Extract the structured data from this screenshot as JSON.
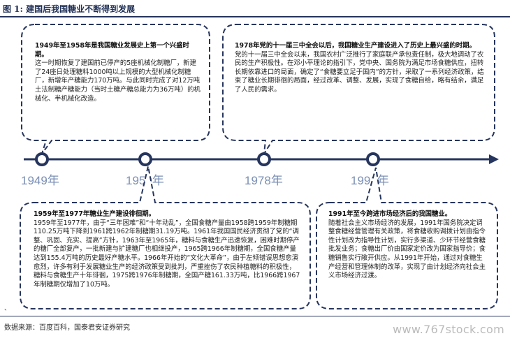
{
  "figure_title": "图 1:  建国后我国糖业不断得到发展",
  "timeline": {
    "years": [
      "1949年",
      "1959年",
      "1978年",
      "1991年"
    ],
    "line_color": "#26355d",
    "year_color": "#7a8fb5"
  },
  "bubbles": {
    "b1949": {
      "heading": "1949年至1958年是我国糖业发展史上第一个兴盛时期。",
      "body": "这一时期恢复了建国前已停产的5座机械化制糖厂，新建了24座日处理糖料1000吨以上规模的大型机械化制糖厂，新增年产糖能力170万吨。与此同时完成了对12万吨土法制糖产糖能力（当时土糖产糖总能力为36万吨）的机械化、半机械化改造。"
    },
    "b1978": {
      "heading": "1978年党的十一届三中全会以后，我国糖业生产建设进入了历史上最兴盛的时期。",
      "body": "党的十一届三中全会以来，我国农村广泛推行了家庭联产承包责任制，极大地调动了农民的生产积极性。在邓小平理论的指引下，党中央、国务院为满足市场食糖供应，扭转长期依靠进口的局面，确定了“食糖要立足于国内”的方针，采取了一系列经济政策，结束了糖业长期徘徊的局面，经过改革、调整、发展，实现了食糖自给，略有结余，满足了人民的需求。"
    },
    "b1959": {
      "heading": "1959年至1977年糖业生产建设徘徊期。",
      "body": "1959年至1977年，由于“三年困难”和“十年动乱”，全国食糖产量由1958跨1959年制糖期110.25万吨下降到1961跨1962年制糖期31.19万吨。1961年我国国民经济贯彻了党的“调整、巩固、充实、提高”方针，1963年至1965年，糖料与食糖生产迅速恢复，困难时期停产的糖厂全部复产，一批新建与扩建糖厂也相继投产，1965跨1966年制糖期，全国食糖产量达到155.4万吨的历史最好产糖水平。1966年开始的“文化大革命”，由于左倾错误思想愈演愈烈，许多有利于发展糖业生产的经济政策受到批判，严重挫伤了农民种植糖料的积极性，糖料与食糖生产十年徘徊，1975跨1976年制糖期，全国产糖161.33万吨，比1966跨1967年制糖期仅增加了10万吨。"
    },
    "b1991": {
      "heading": "1991年至今跨进市场经济后的我国糖业。",
      "body": "随着社会主义市场经济的发展，1991年国务院决定调整食糖经营管理有关政策，将食糖收购调拨计划由指令性计划改为指导性计划，实行多渠道、少环节经营食糖批发业务；食糖出厂价由国家定价改为国家指导价；食糖销售实行敞开供应。从1991年开始，通过对食糖生产经营和管理体制的改革，实现了由计划经济向社会主义市场经济过渡。"
    }
  },
  "stray_mark": "、",
  "source": "数据来源：百度百科，国泰君安证券研究",
  "watermark": "www.767stock.com"
}
